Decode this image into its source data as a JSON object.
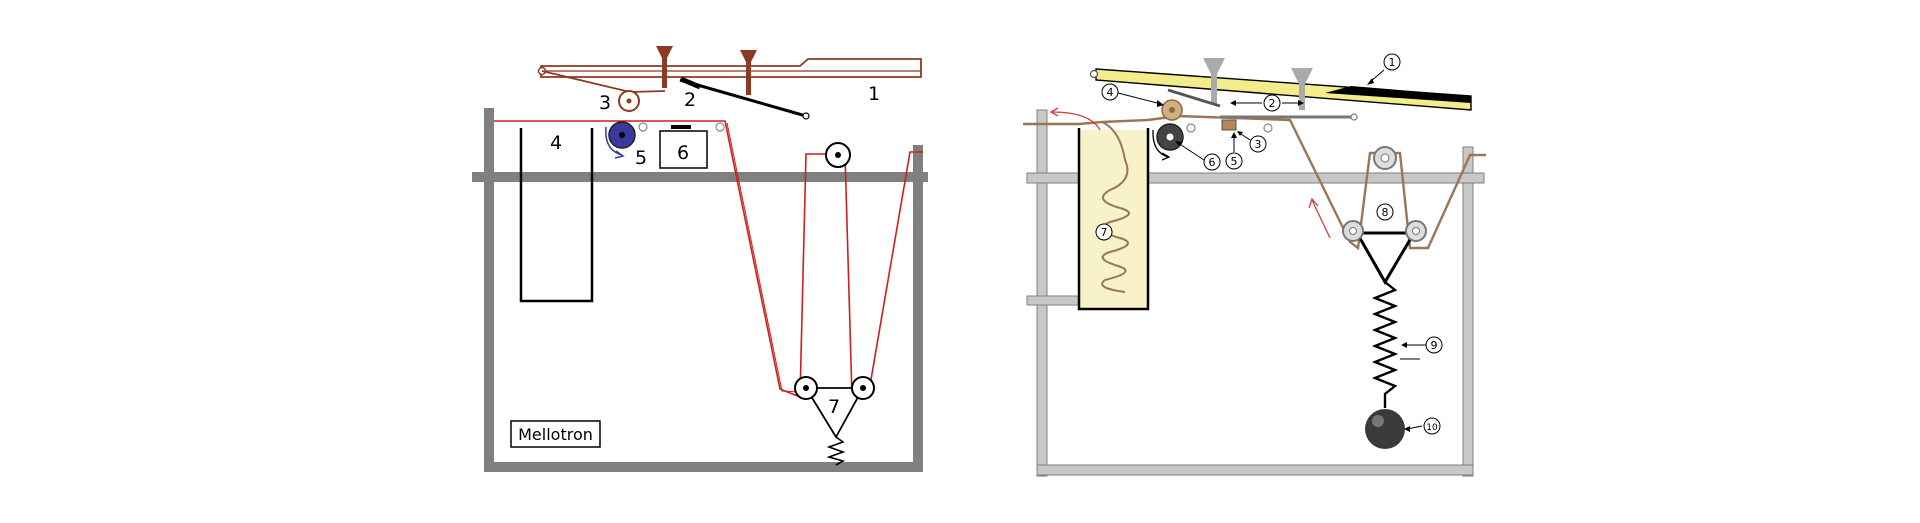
{
  "colors": {
    "frame_left": "#808080",
    "frame_right_light": "#c8c8c8",
    "frame_right_dark": "#7f7f7f",
    "tape_left": "#cc1f1f",
    "tape_right": "#9b7656",
    "key_brown": "#8b3b22",
    "pinch_blue": "#3a3a9e",
    "key_yellow": "#f3ec8a",
    "bin_fill": "#f7f2c8",
    "weight": "#3a3a3a",
    "arrow_red": "#d04040"
  },
  "left": {
    "labels": {
      "l1": "1",
      "l2": "2",
      "l3": "3",
      "l4": "4",
      "l5": "5",
      "l6": "6",
      "l7": "7"
    },
    "badge": "Mellotron"
  },
  "right": {
    "callouts": {
      "c1": "1",
      "c2": "2",
      "c3": "3",
      "c4": "4",
      "c5": "5",
      "c6": "6",
      "c7": "7",
      "c8": "8",
      "c9": "9",
      "c10": "10"
    }
  }
}
